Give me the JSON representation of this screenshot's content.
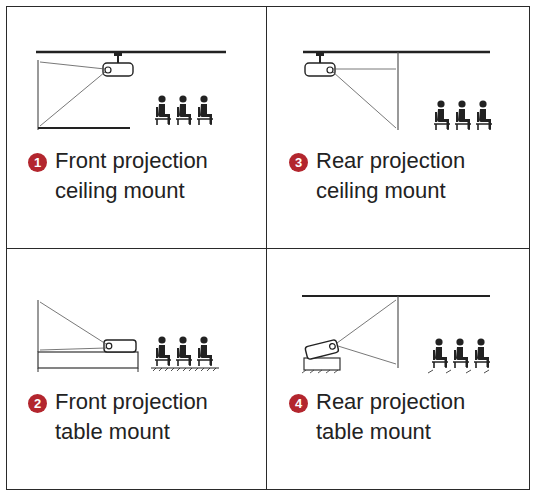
{
  "diagram": {
    "nodes": [
      {
        "text": [
          "Front projection ceiling mount"
        ]
      },
      {
        "text": [
          "1"
        ],
        "in": 0
      },
      {
        "text": [
          "Rear projection ceiling mount"
        ]
      },
      {
        "text": [
          "3"
        ],
        "in": 2
      },
      {
        "text": [
          "Front projection table mount"
        ]
      },
      {
        "text": [
          "2"
        ],
        "in": 4
      },
      {
        "text": [
          "Rear projection table mount"
        ]
      },
      {
        "text": [
          "4"
        ],
        "in": 6
      }
    ]
  }
}
